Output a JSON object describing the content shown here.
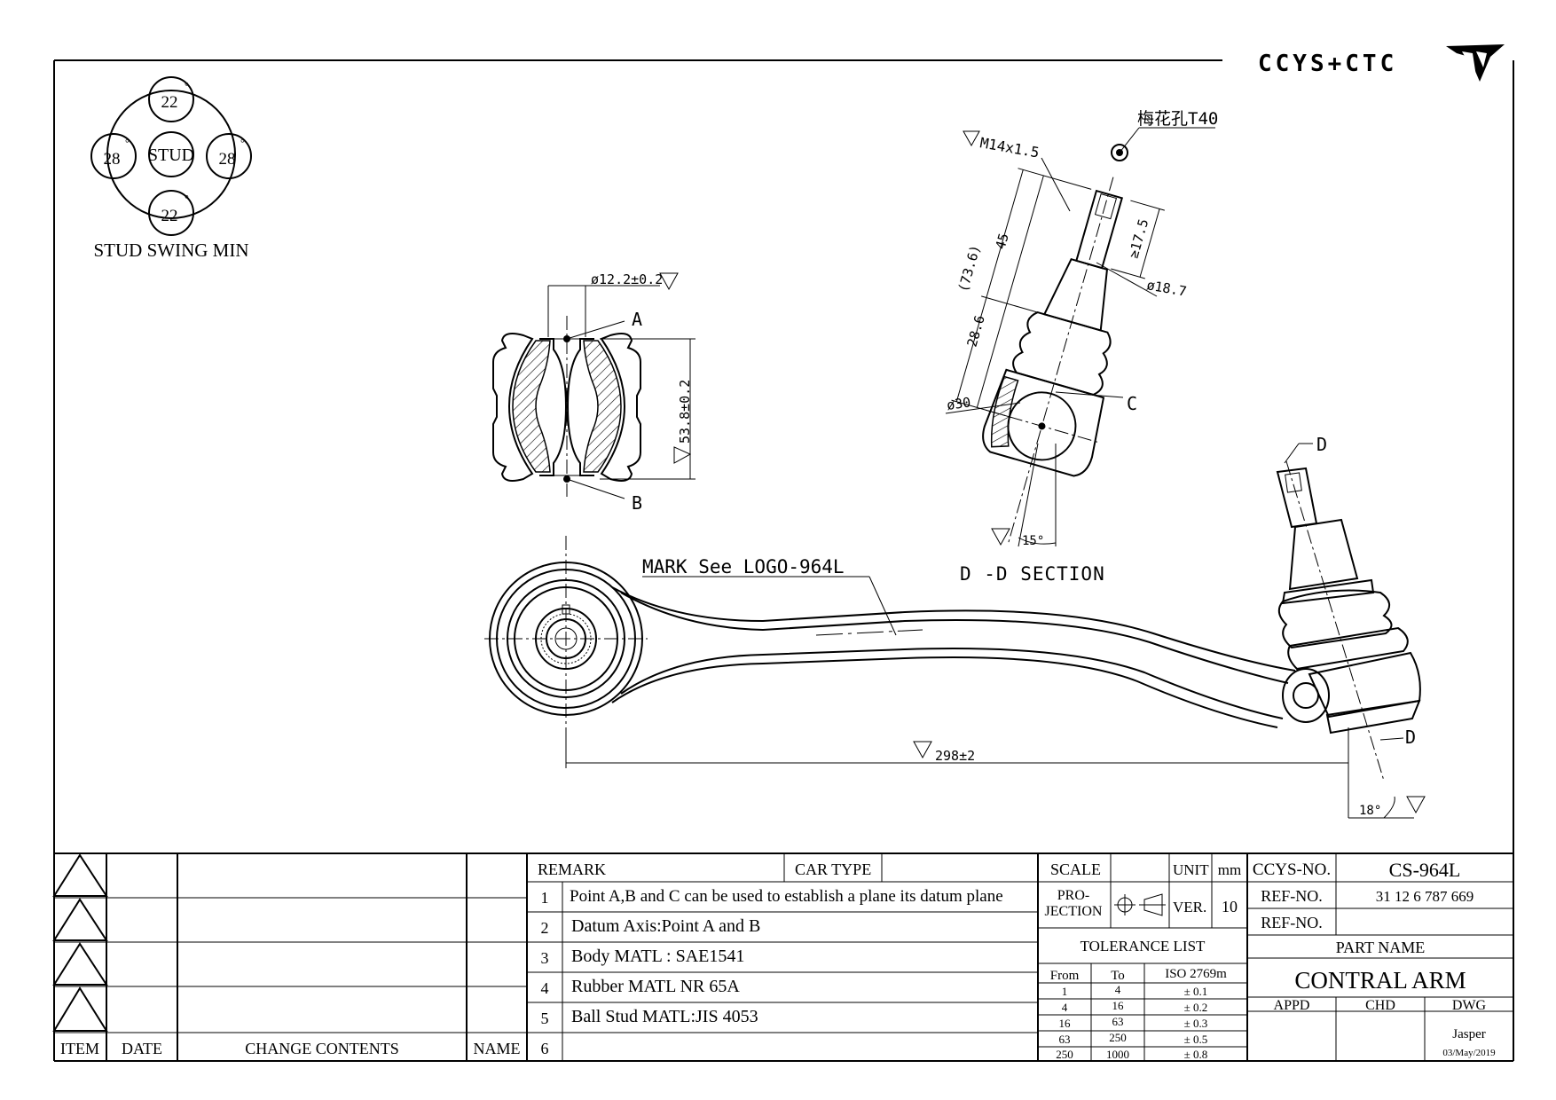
{
  "logo": {
    "text": "CCYS+CTC"
  },
  "stud_swing": {
    "center_label": "STUD",
    "top": "22",
    "bottom": "22",
    "left": "28",
    "right": "28",
    "degree_mark": "°",
    "caption": "STUD SWING MIN"
  },
  "bushing": {
    "dia_label": "ø12.2±0.2",
    "height_label": "53.8±0.2",
    "point_a": "A",
    "point_b": "B"
  },
  "section": {
    "torx_label": "梅花孔T40",
    "thread_label": "M14x1.5",
    "dim_73": "(73.6)",
    "dim_45": "45",
    "dim_17": "≥17.5",
    "dim_18_7": "ø18.7",
    "dim_28_6": "28.6",
    "dim_30": "ø30",
    "point_c": "C",
    "angle": "15°",
    "title": "D -D SECTION"
  },
  "arm": {
    "mark_label": "MARK See LOGO-964L",
    "length_label": "298±2",
    "section_d_top": "D",
    "section_d_bottom": "D",
    "angle": "18°"
  },
  "revisions": {
    "headers": {
      "item": "ITEM",
      "date": "DATE",
      "change": "CHANGE CONTENTS",
      "name": "NAME"
    }
  },
  "remarks": {
    "remark_label": "REMARK",
    "car_type_label": "CAR TYPE",
    "items": [
      {
        "num": "1",
        "text": "Point A,B and C can be used to establish a plane its datum plane"
      },
      {
        "num": "2",
        "text": "Datum Axis:Point A and B"
      },
      {
        "num": "3",
        "text": "Body MATL : SAE1541"
      },
      {
        "num": "4",
        "text": "Rubber MATL NR 65A"
      },
      {
        "num": "5",
        "text": "Ball Stud MATL:JIS 4053"
      },
      {
        "num": "6",
        "text": ""
      }
    ]
  },
  "scale_block": {
    "scale": "SCALE",
    "unit": "UNIT",
    "unit_value": "mm",
    "projection_1": "PRO-",
    "projection_2": "JECTION",
    "ver": "VER.",
    "ver_value": "10",
    "tolerance_title": "TOLERANCE LIST",
    "tol_headers": {
      "from": "From",
      "to": "To",
      "iso": "ISO 2769m"
    },
    "tol_rows": [
      {
        "from": "1",
        "to": "4",
        "tol": "± 0.1"
      },
      {
        "from": "4",
        "to": "16",
        "tol": "± 0.2"
      },
      {
        "from": "16",
        "to": "63",
        "tol": "± 0.3"
      },
      {
        "from": "63",
        "to": "250",
        "tol": "± 0.5"
      },
      {
        "from": "250",
        "to": "1000",
        "tol": "± 0.8"
      }
    ]
  },
  "title_block": {
    "ccys_no_label": "CCYS-NO.",
    "ccys_no": "CS-964L",
    "ref_no_label_1": "REF-NO.",
    "ref_no_1": "31 12 6 787 669",
    "ref_no_label_2": "REF-NO.",
    "ref_no_2": "",
    "part_name_label": "PART NAME",
    "part_name": "CONTRAL ARM",
    "appd": "APPD",
    "chd": "CHD",
    "dwg": "DWG",
    "drawer": "Jasper",
    "date": "03/May/2019"
  }
}
